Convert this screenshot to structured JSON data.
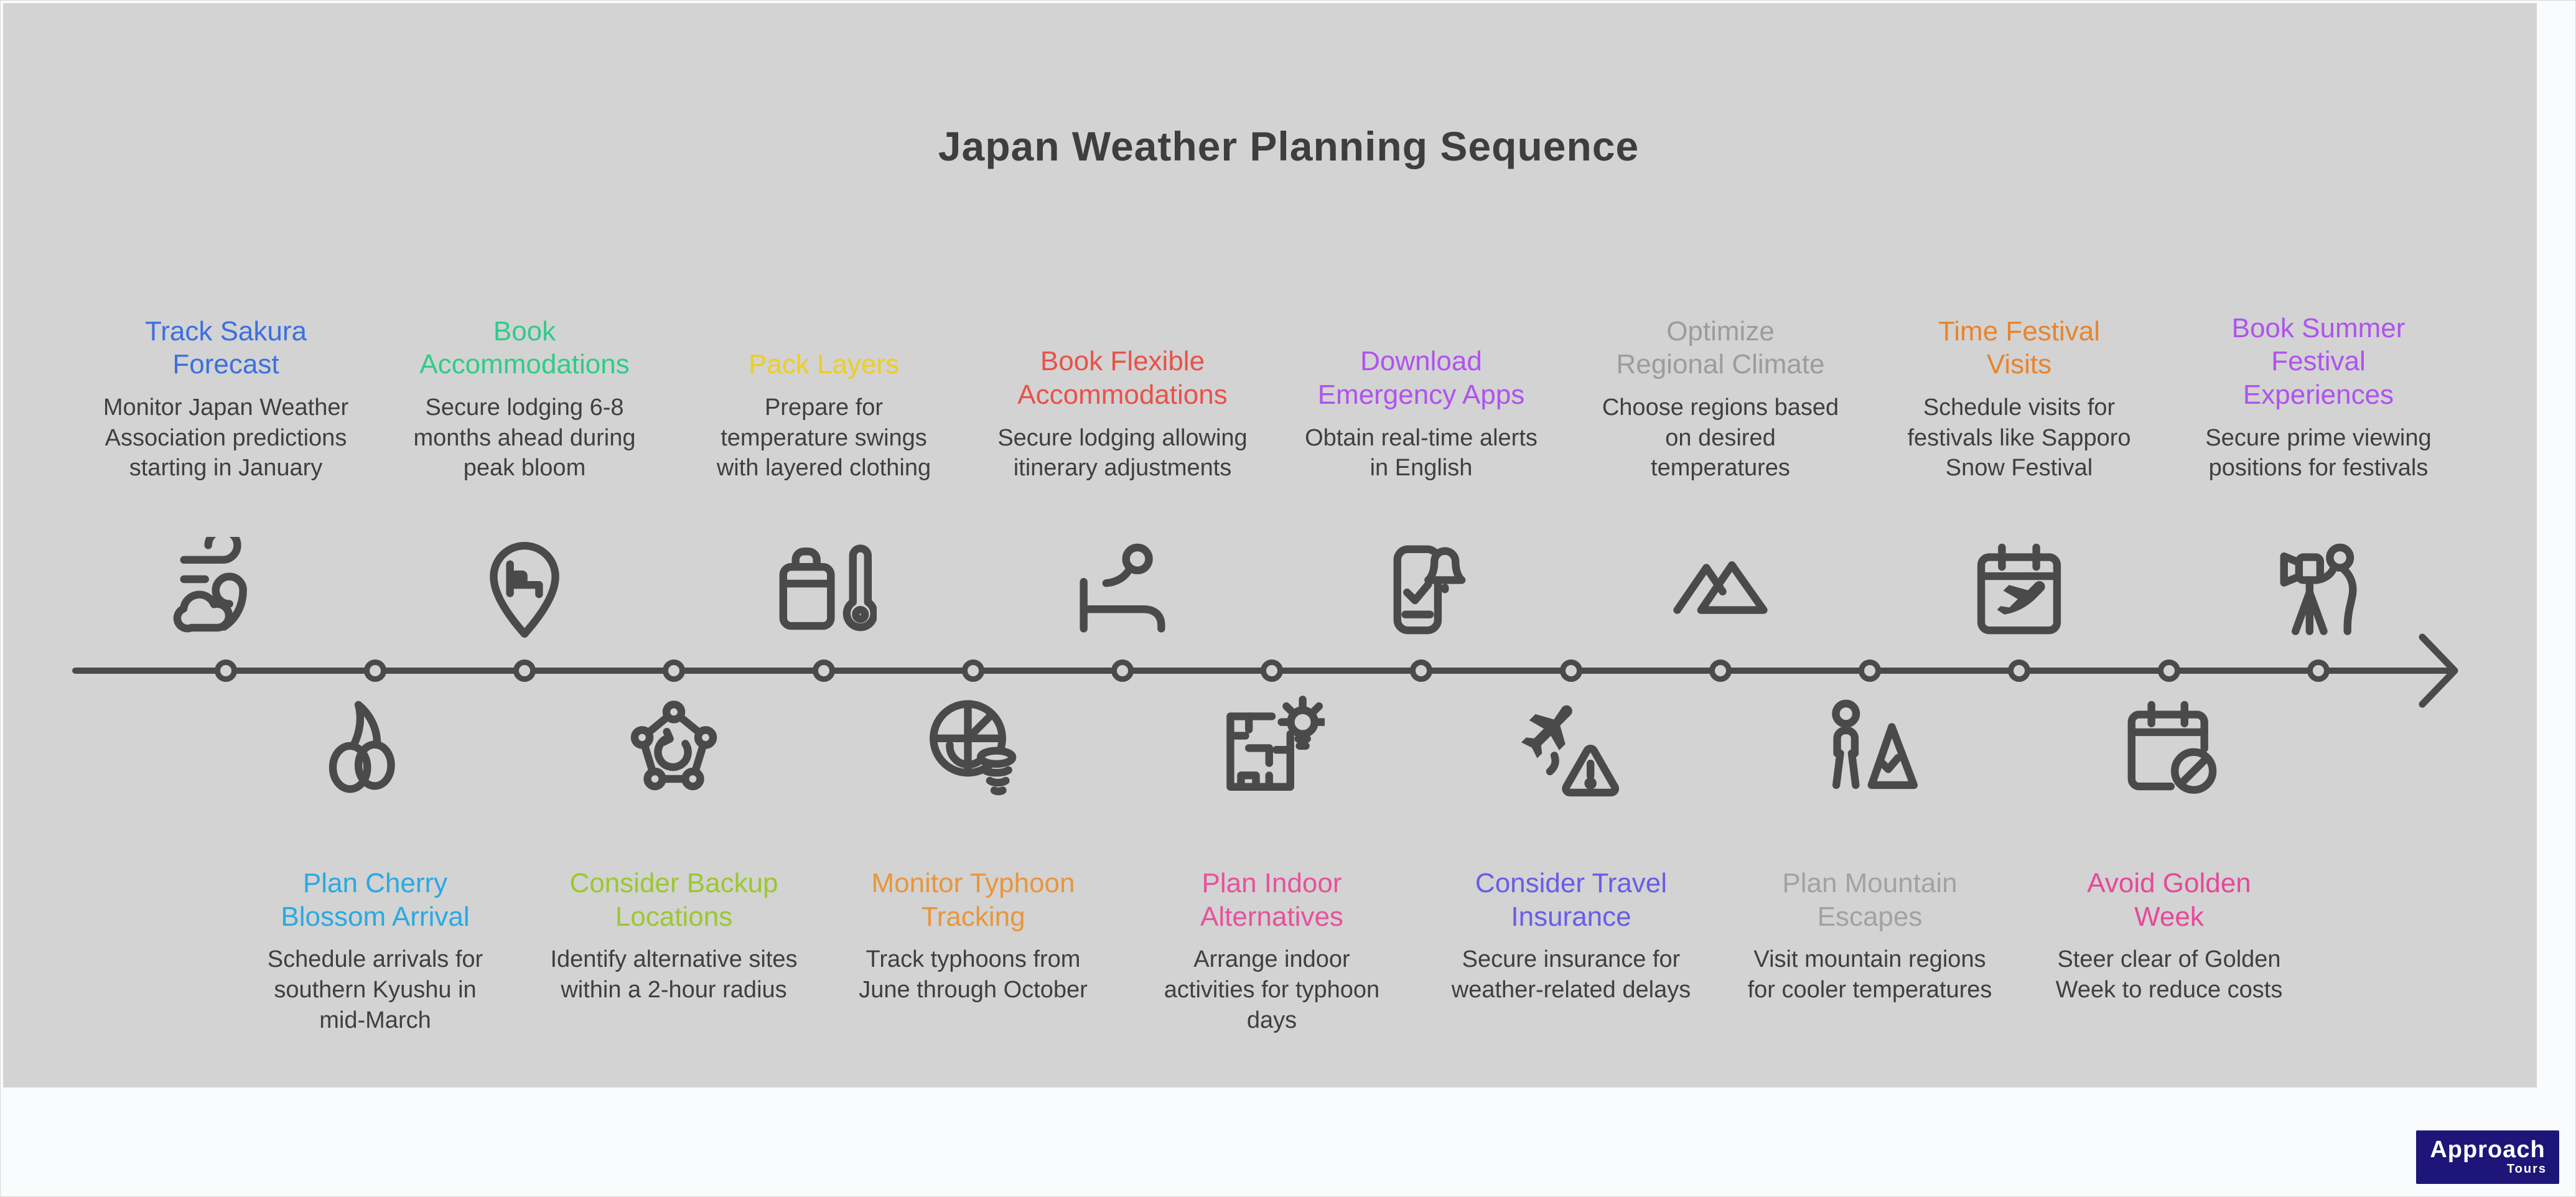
{
  "title": "Japan Weather Planning Sequence",
  "theme": {
    "background": "#d2d3d2",
    "page_background": "#fafbfc",
    "line_color": "#4a4a4a",
    "text_color": "#3f3f3f",
    "title_color": "#3e3e3e"
  },
  "timeline": {
    "top_items": [
      {
        "title": "Track Sakura Forecast",
        "description": "Monitor Japan Weather Association predictions starting in January",
        "color": "#3d6fe1",
        "icon": "wind-cloud-icon"
      },
      {
        "title": "Book Accommodations",
        "description": "Secure lodging 6-8 months ahead during peak bloom",
        "color": "#2fcb8c",
        "icon": "pin-bed-icon"
      },
      {
        "title": "Pack Layers",
        "description": "Prepare for temperature swings with layered clothing",
        "color": "#eecd22",
        "icon": "luggage-thermometer-icon"
      },
      {
        "title": "Book Flexible Accommodations",
        "description": "Secure lodging allowing itinerary adjustments",
        "color": "#e8524a",
        "icon": "person-bed-icon"
      },
      {
        "title": "Download Emergency Apps",
        "description": "Obtain real-time alerts in English",
        "color": "#b052f0",
        "icon": "phone-alert-icon"
      },
      {
        "title": "Optimize Regional Climate",
        "description": "Choose regions based on desired temperatures",
        "color": "#9c9c9c",
        "icon": "mountains-icon"
      },
      {
        "title": "Time Festival Visits",
        "description": "Schedule visits for festivals like Sapporo Snow Festival",
        "color": "#e8842e",
        "icon": "calendar-plane-icon"
      },
      {
        "title": "Book Summer Festival Experiences",
        "description": "Secure prime viewing positions for festivals",
        "color": "#b052f0",
        "icon": "photographer-icon"
      }
    ],
    "bottom_items": [
      {
        "title": "Plan Cherry Blossom Arrival",
        "description": "Schedule arrivals for southern Kyushu in mid-March",
        "color": "#29a9e3",
        "icon": "cherries-icon"
      },
      {
        "title": "Consider Backup Locations",
        "description": "Identify alternative sites within a 2-hour radius",
        "color": "#9cc72f",
        "icon": "network-icon"
      },
      {
        "title": "Monitor Typhoon Tracking",
        "description": "Track typhoons from June through October",
        "color": "#e9953c",
        "icon": "radar-typhoon-icon"
      },
      {
        "title": "Plan Indoor Alternatives",
        "description": "Arrange indoor activities for typhoon days",
        "color": "#e8519e",
        "icon": "floorplan-bulb-icon"
      },
      {
        "title": "Consider Travel Insurance",
        "description": "Secure insurance for weather-related delays",
        "color": "#6a5ce8",
        "icon": "plane-warning-icon"
      },
      {
        "title": "Plan Mountain Escapes",
        "description": "Visit mountain regions for cooler temperatures",
        "color": "#a2a2a2",
        "icon": "hiker-mountain-icon"
      },
      {
        "title": "Avoid Golden Week",
        "description": "Steer clear of Golden Week to reduce costs",
        "color": "#e8479b",
        "icon": "calendar-ban-icon"
      }
    ]
  },
  "logo": {
    "brand": "Approach",
    "sub": "Tours",
    "background": "#1d1678"
  }
}
